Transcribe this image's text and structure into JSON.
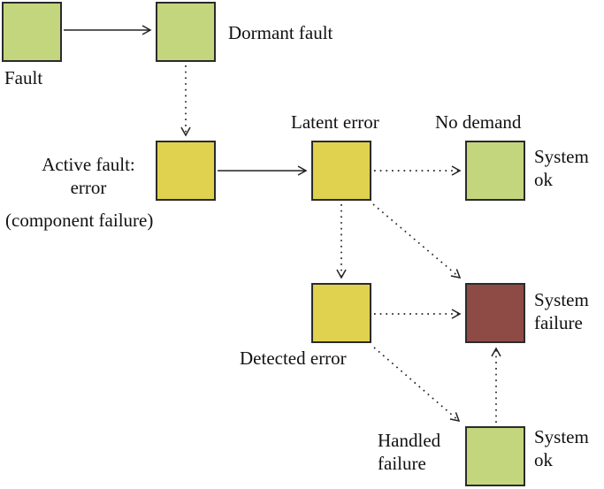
{
  "diagram": {
    "type": "state-transition-diagram",
    "background": "#ffffff",
    "colors": {
      "fault_green": "#c3d67d",
      "error_yellow": "#e0d14e",
      "failure_red": "#8e4b45",
      "box_border": "#2b2b2b",
      "arrow": "#222222",
      "text": "#111111"
    },
    "labels": {
      "fault": "Fault",
      "dormant_fault": "Dormant fault",
      "active_fault": "Active fault:\nerror",
      "component_failure": "(component failure)",
      "latent_error": "Latent error",
      "no_demand": "No demand",
      "system_ok_top": "System\nok",
      "detected_error": "Detected error",
      "system_failure": "System\nfailure",
      "handled_failure": "Handled\nfailure",
      "system_ok_bottom": "System\nok"
    },
    "nodes": [
      {
        "id": "fault",
        "label": "Fault",
        "color": "#c3d67d"
      },
      {
        "id": "dormant-fault",
        "label": "Dormant fault",
        "color": "#c3d67d"
      },
      {
        "id": "active-fault",
        "label": "Active fault: error (component failure)",
        "color": "#e0d14e"
      },
      {
        "id": "latent-error",
        "label": "Latent error",
        "color": "#e0d14e"
      },
      {
        "id": "no-demand",
        "label": "No demand — System ok",
        "color": "#c3d67d"
      },
      {
        "id": "detected-error",
        "label": "Detected error",
        "color": "#e0d14e"
      },
      {
        "id": "system-failure",
        "label": "System failure",
        "color": "#8e4b45"
      },
      {
        "id": "handled-failure",
        "label": "Handled failure — System ok",
        "color": "#c3d67d"
      }
    ],
    "edges": [
      {
        "from": "fault",
        "to": "dormant-fault",
        "style": "solid"
      },
      {
        "from": "dormant-fault",
        "to": "active-fault",
        "style": "dotted"
      },
      {
        "from": "active-fault",
        "to": "latent-error",
        "style": "solid"
      },
      {
        "from": "latent-error",
        "to": "no-demand",
        "style": "dotted"
      },
      {
        "from": "latent-error",
        "to": "detected-error",
        "style": "dotted"
      },
      {
        "from": "latent-error",
        "to": "system-failure",
        "style": "dotted"
      },
      {
        "from": "detected-error",
        "to": "system-failure",
        "style": "dotted"
      },
      {
        "from": "detected-error",
        "to": "handled-failure",
        "style": "dotted"
      },
      {
        "from": "handled-failure",
        "to": "system-failure",
        "style": "dotted"
      }
    ]
  }
}
